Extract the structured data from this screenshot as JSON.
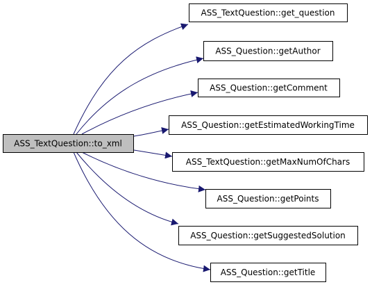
{
  "colors": {
    "edge": "#191970",
    "source_fill": "#bfbfbf",
    "node_fill": "#ffffff",
    "node_border": "#000000"
  },
  "graph": {
    "source": {
      "label": "ASS_TextQuestion::to_xml"
    },
    "targets": [
      {
        "label": "ASS_TextQuestion::get_question"
      },
      {
        "label": "ASS_Question::getAuthor"
      },
      {
        "label": "ASS_Question::getComment"
      },
      {
        "label": "ASS_Question::getEstimatedWorkingTime"
      },
      {
        "label": "ASS_TextQuestion::getMaxNumOfChars"
      },
      {
        "label": "ASS_Question::getPoints"
      },
      {
        "label": "ASS_Question::getSuggestedSolution"
      },
      {
        "label": "ASS_Question::getTitle"
      }
    ]
  }
}
